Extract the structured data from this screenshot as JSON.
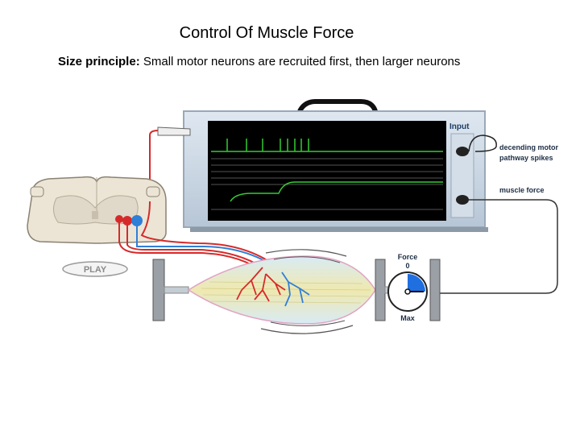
{
  "title": "Control Of Muscle Force",
  "subtitle": {
    "lead": "Size principle:",
    "text": " Small motor neurons are recruited first, then larger neurons"
  },
  "diagram": {
    "input_label": "Input",
    "descending_label_line1": "decending motor",
    "descending_label_line2": "pathway spikes",
    "muscle_force_label": "muscle force",
    "play_label": "PLAY",
    "gauge_title": "Force",
    "gauge_zero": "0",
    "gauge_max": "Max",
    "gauge_level_fraction": 0.25
  },
  "colors": {
    "screen": "#000000",
    "trace": "#33cc33",
    "monitor_frame": "#c9d7e6",
    "red_neuron": "#d62a2a",
    "blue_neuron": "#2f7fd6",
    "muscle": "#e8e6a8",
    "gauge_fill": "#1f6fe0"
  },
  "icons": [
    "spinal-cord-icon",
    "muscle-icon",
    "force-gauge-icon",
    "electrode-icon"
  ]
}
